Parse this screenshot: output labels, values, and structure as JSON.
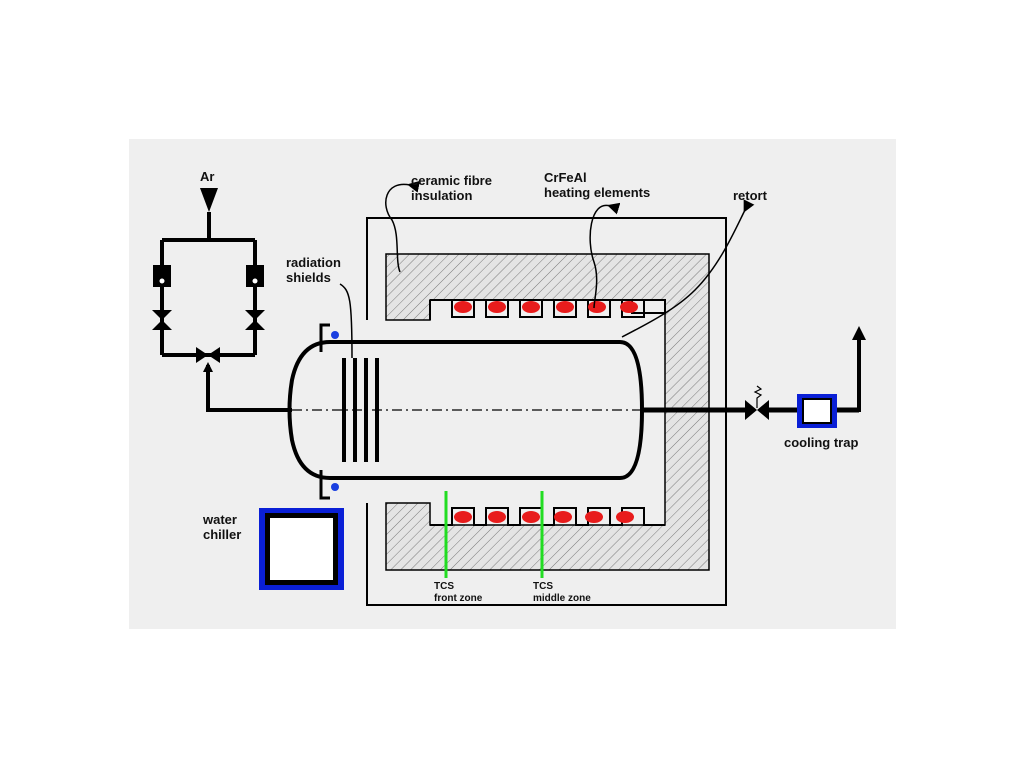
{
  "labels": {
    "ar": "Ar",
    "ceramic_l1": "ceramic fibre",
    "ceramic_l2": "insulation",
    "crfeal_l1": "CrFeAl",
    "crfeal_l2": "heating elements",
    "retort": "retort",
    "radiation_l1": "radiation",
    "radiation_l2": "shields",
    "water_l1": "water",
    "water_l2": "chiller",
    "cooling_trap": "cooling trap",
    "tcs_front_l1": "TCS",
    "tcs_front_l2": "front zone",
    "tcs_middle_l1": "TCS",
    "tcs_middle_l2": "middle zone"
  },
  "colors": {
    "panel_background": "#efefef",
    "line": "#000000",
    "heating_element": "#e81c1c",
    "thermocouple": "#22dd22",
    "cooling_frame": "#0a1fd6",
    "seal_dot": "#1a3fe0",
    "insulation_hatch": "#7a7a7a"
  }
}
